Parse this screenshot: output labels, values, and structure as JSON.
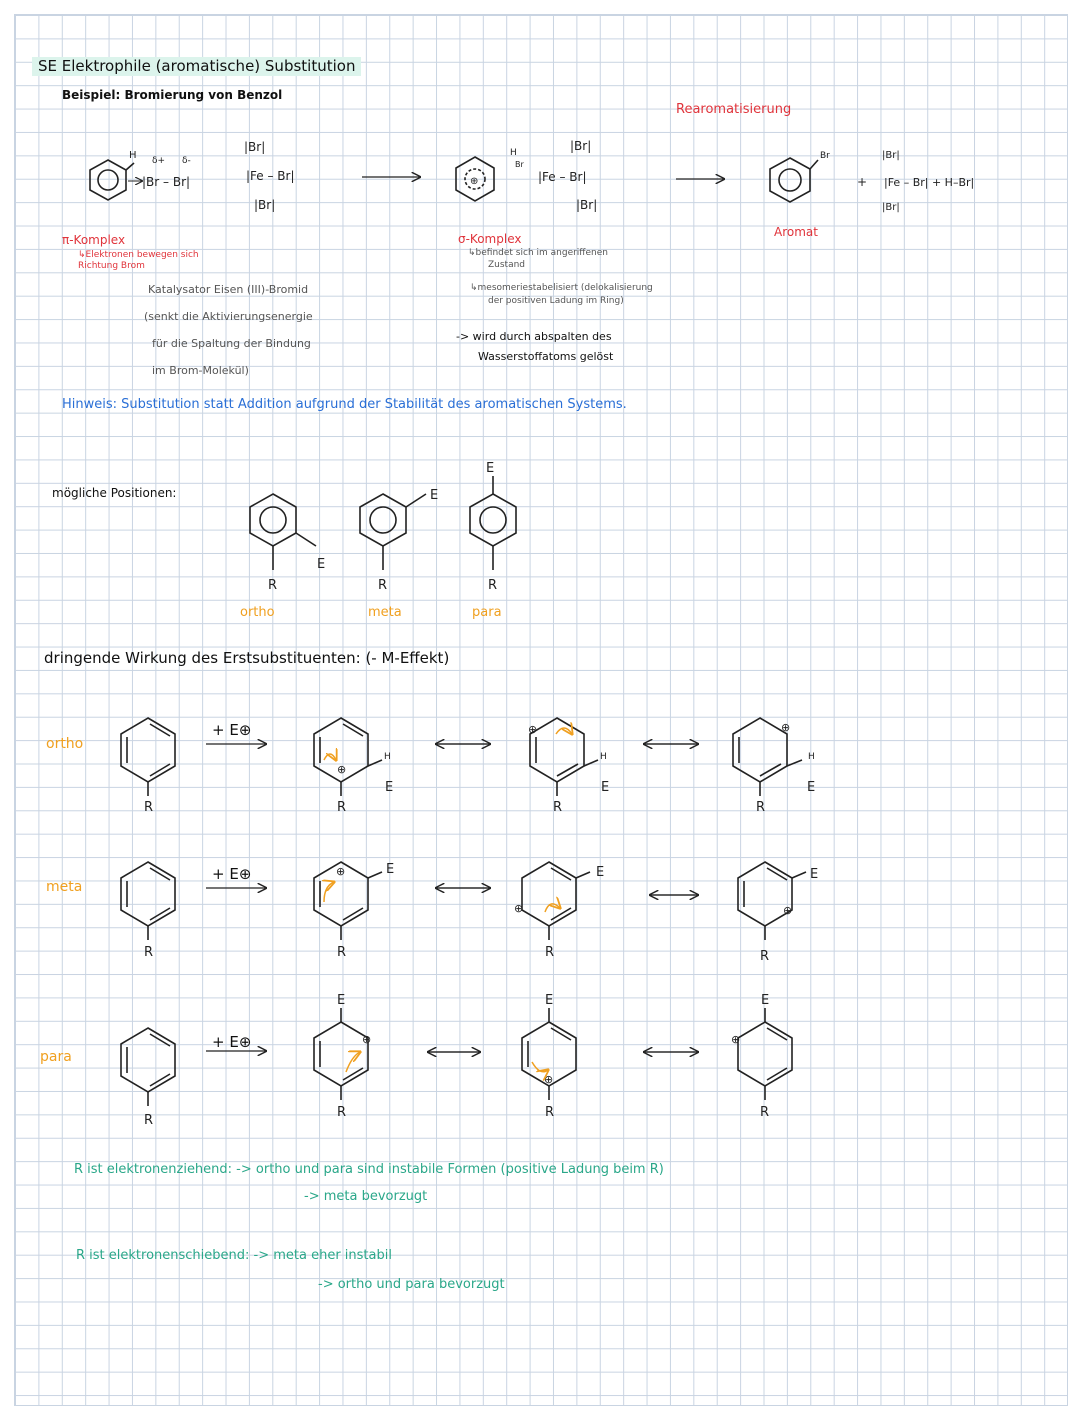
{
  "header": {
    "title": "SE Elektrophile (aromatische) Substitution",
    "example": "Beispiel: Bromierung von Benzol"
  },
  "reaction": {
    "rearomatisierung": "Rearomatisierung",
    "pi_komplex": "π-Komplex",
    "pi_note": "↳Elektronen bewegen sich Richtung Brom",
    "catalyst_lines": [
      "Katalysator Eisen (III)-Bromid",
      "(senkt die Aktivierungsenergie",
      "für die Spaltung der Bindung",
      "im Brom-Molekül)"
    ],
    "sigma_komplex": "σ-Komplex",
    "sigma_note1": "↳befindet sich im angeriffenen",
    "sigma_note1b": "Zustand",
    "sigma_note2": "↳mesomeriestabelisiert (delokalisierung",
    "sigma_note2b": "der positiven Ladung im Ring)",
    "sigma_note3": "-> wird durch abspalten des",
    "sigma_note3b": "Wasserstoffatoms gelöst",
    "aromat": "Aromat",
    "fe_complex_top": "|Br|",
    "fe_complex_mid": "|Fe – Br| + H–Br|",
    "fe_complex_bot": "|Br|",
    "plus": "+",
    "br2": "|Br – Br|",
    "febr3_top": "|Br|",
    "febr3_mid": "|Fe – Br|",
    "febr3_bot": "|Br|",
    "delta_plus": "δ+",
    "delta_minus": "δ-",
    "h_label": "H",
    "br_label": "Br"
  },
  "hinweis": "Hinweis: Substitution statt Addition aufgrund der Stabilität des aromatischen Systems.",
  "positions": {
    "label": "mögliche Positionen:",
    "items": [
      {
        "name": "ortho",
        "sub": "E",
        "base": "R"
      },
      {
        "name": "meta",
        "sub": "E",
        "base": "R"
      },
      {
        "name": "para",
        "sub": "E",
        "base": "R"
      }
    ]
  },
  "effect": {
    "title": "dringende Wirkung des Erstsubstituenten: (- M-Effekt)",
    "rows": [
      {
        "label": "ortho",
        "reagent": "+ E⊕"
      },
      {
        "label": "meta",
        "reagent": "+ E⊕"
      },
      {
        "label": "para",
        "reagent": "+ E⊕"
      }
    ],
    "r": "R",
    "e": "E",
    "h": "H"
  },
  "conclusion": {
    "line1": "R ist elektronenziehend: -> ortho und para sind instabile Formen (positive Ladung beim R)",
    "line2": "-> meta bevorzugt",
    "line3": "R ist elektronenschiebend: -> meta eher instabil",
    "line4": "-> ortho und para bevorzugt"
  },
  "colors": {
    "red": "#e0343b",
    "blue": "#2a6fd6",
    "orange": "#f0a020",
    "green": "#2aa789",
    "title_highlight": "#dcf4ec"
  }
}
